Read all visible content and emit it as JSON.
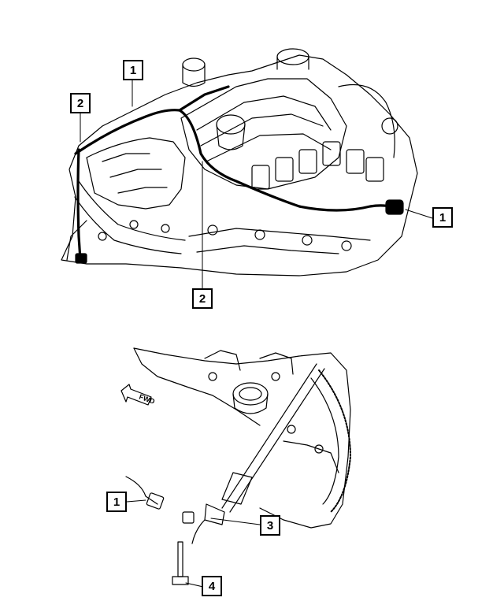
{
  "callouts_top": [
    {
      "id": "c1a",
      "label": "1"
    },
    {
      "id": "c2a",
      "label": "2"
    },
    {
      "id": "c1b",
      "label": "1"
    },
    {
      "id": "c2b",
      "label": "2"
    }
  ],
  "callouts_bottom": [
    {
      "id": "c1c",
      "label": "1"
    },
    {
      "id": "c3",
      "label": "3"
    },
    {
      "id": "c4",
      "label": "4"
    }
  ],
  "direction_arrow": {
    "text": "FWD",
    "icon": "forward-arrow-icon"
  }
}
